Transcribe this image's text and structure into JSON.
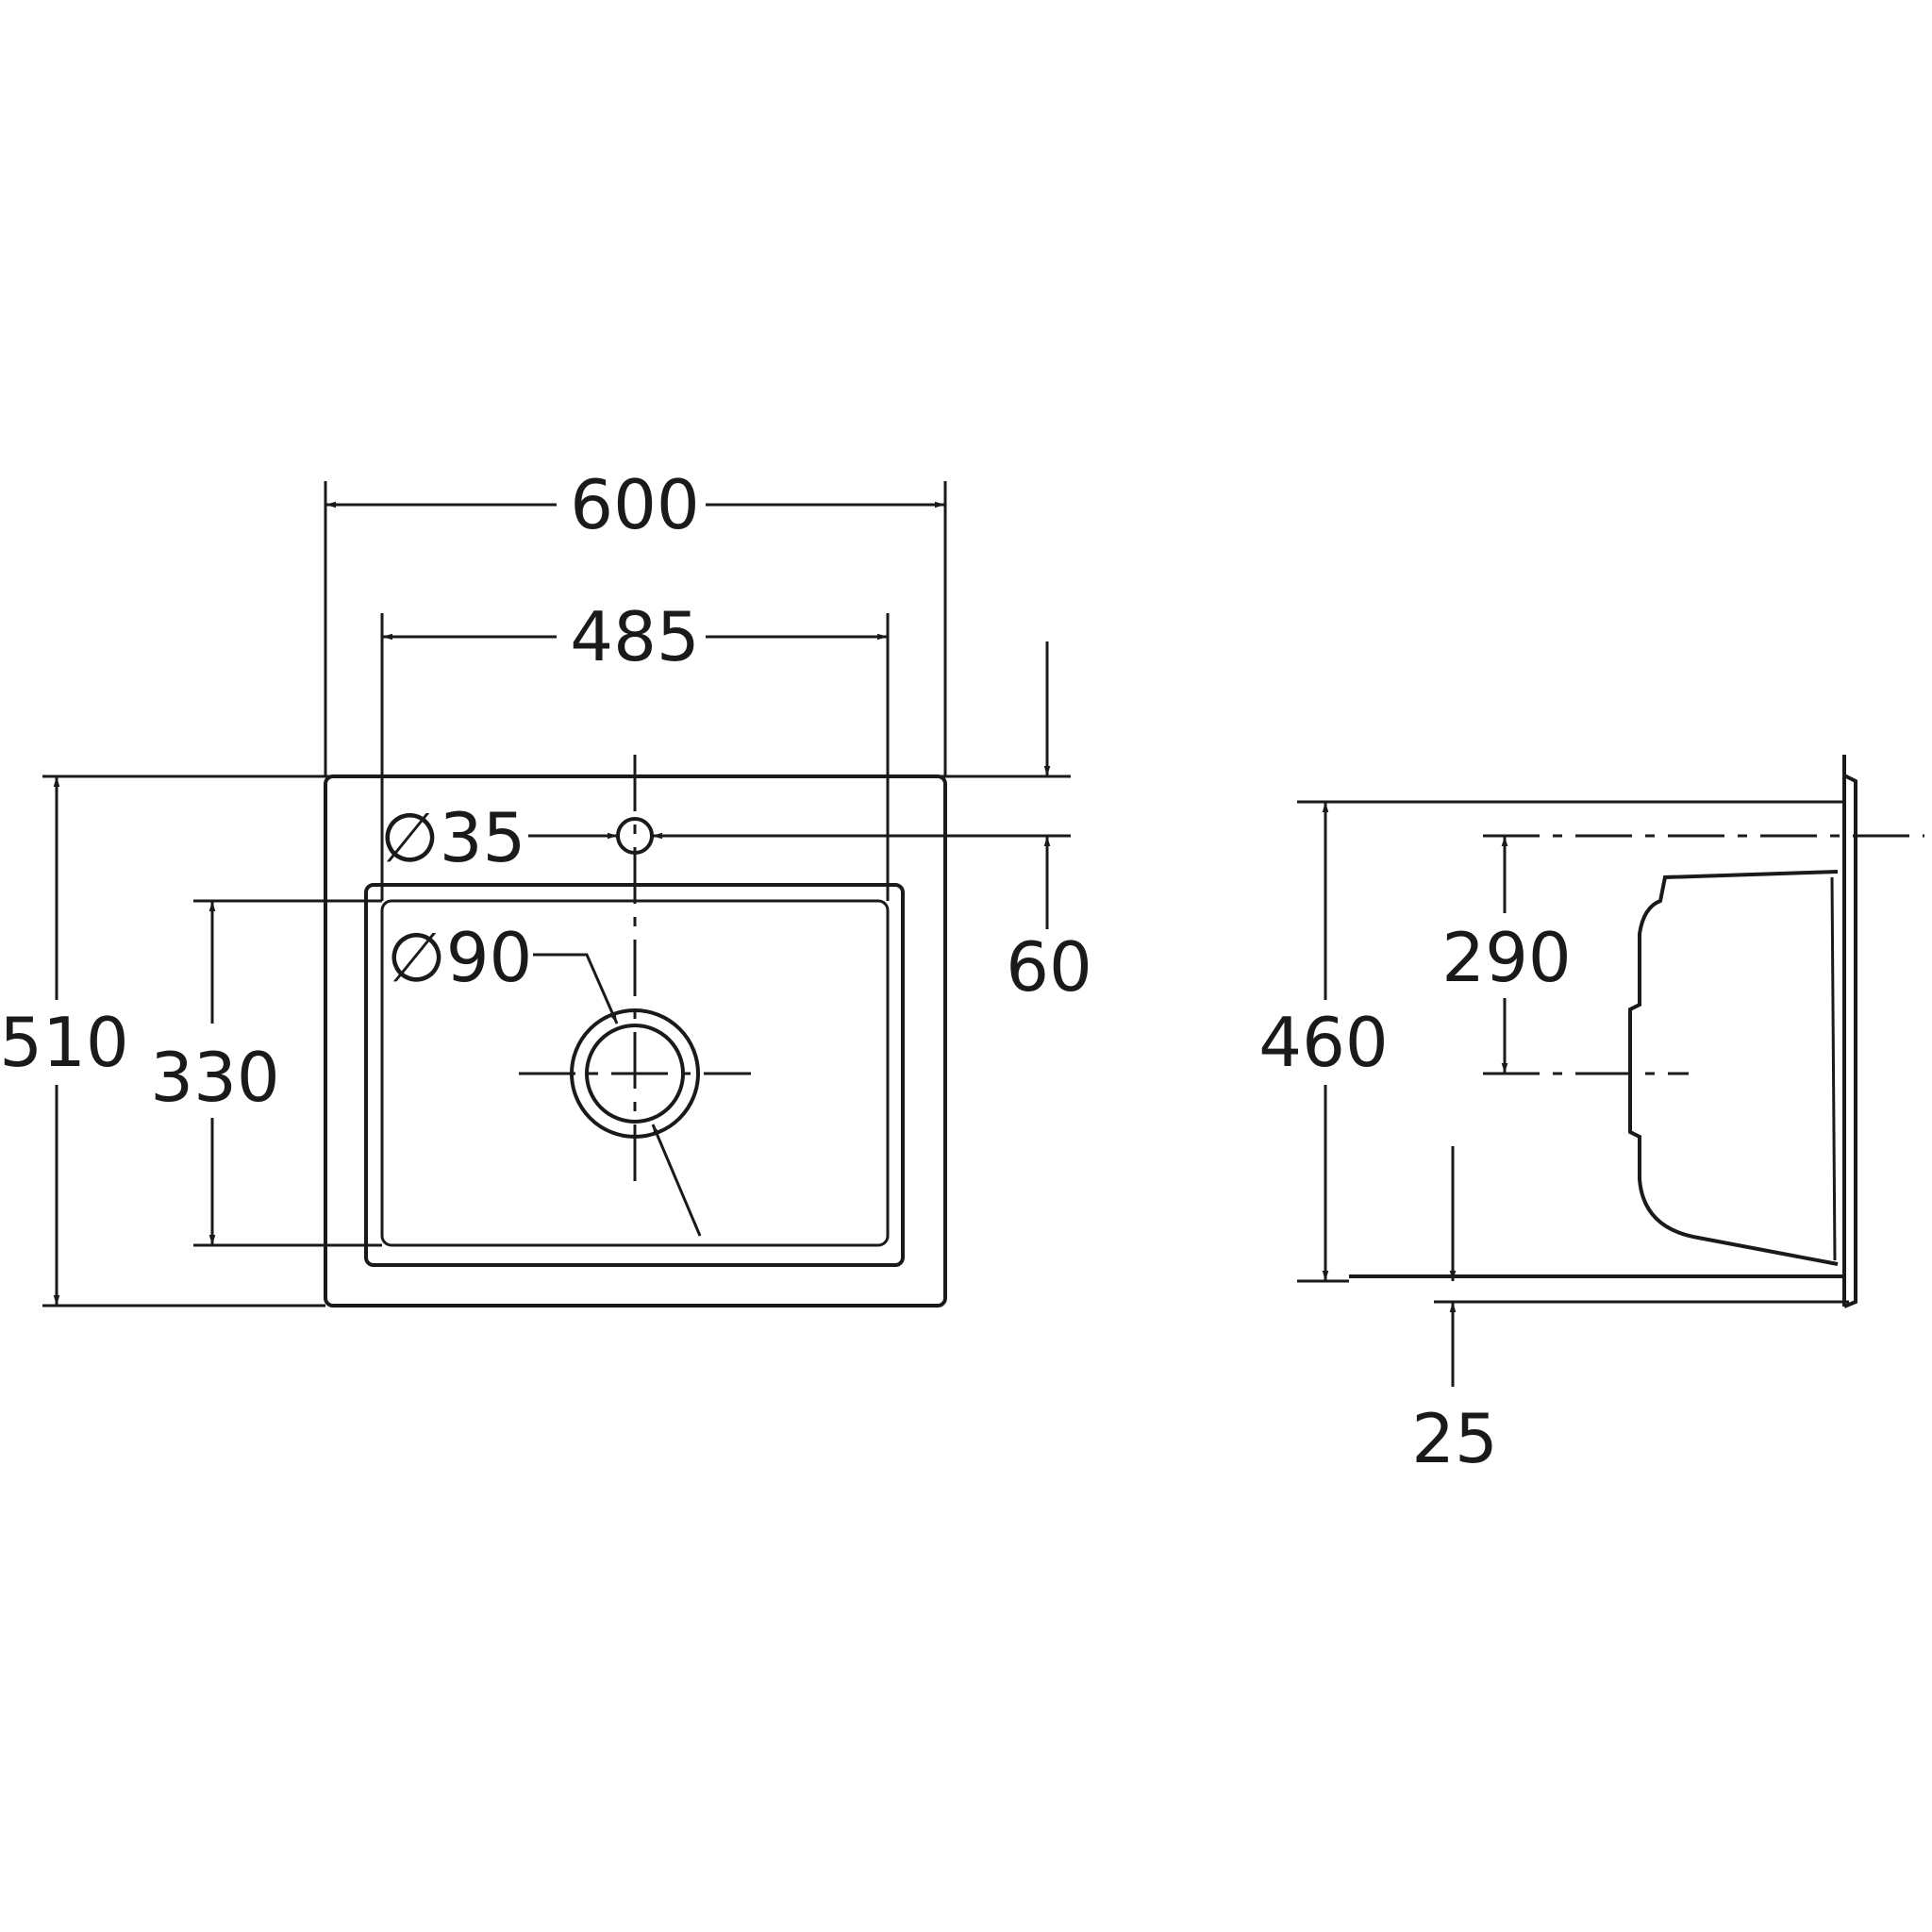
{
  "dimensions": {
    "overall_width": "600",
    "bowl_width": "485",
    "tap_hole_diameter": "∅35",
    "drain_diameter": "∅90",
    "tap_hole_offset": "60",
    "overall_depth": "510",
    "bowl_depth": "330",
    "side_height": "460",
    "drain_height": "290",
    "base_thickness": "25"
  }
}
